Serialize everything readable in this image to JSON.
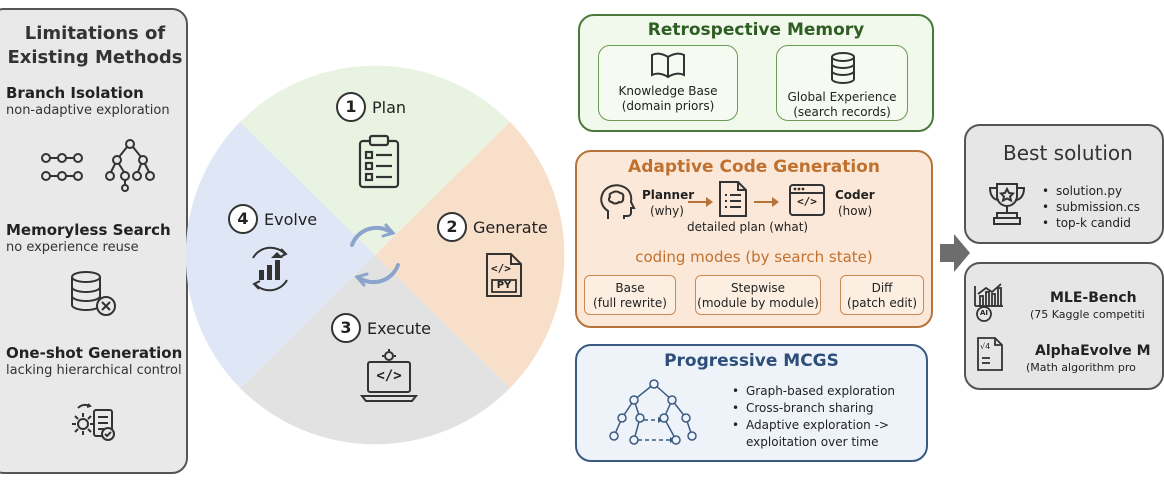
{
  "limitations": {
    "title_line1": "Limitations of",
    "title_line2": "Existing Methods",
    "items": [
      {
        "title": "Branch Isolation",
        "desc": "non-adaptive exploration"
      },
      {
        "title": "Memoryless Search",
        "desc": "no experience reuse"
      },
      {
        "title": "One-shot Generation",
        "desc": "lacking hierarchical control"
      }
    ]
  },
  "cycle": {
    "plan": {
      "num": "1",
      "label": "Plan"
    },
    "generate": {
      "num": "2",
      "label": "Generate"
    },
    "execute": {
      "num": "3",
      "label": "Execute"
    },
    "evolve": {
      "num": "4",
      "label": "Evolve"
    },
    "py_label": "PY",
    "code_glyph": "</>"
  },
  "memory": {
    "title": "Retrospective Memory",
    "kb_line1": "Knowledge Base",
    "kb_line2": "(domain priors)",
    "ge_line1": "Global Experience",
    "ge_line2": "(search records)"
  },
  "codegen": {
    "title": "Adaptive Code Generation",
    "planner": "Planner",
    "planner_sub": "(why)",
    "coder": "Coder",
    "coder_sub": "(how)",
    "plan_label": "detailed plan (what)",
    "modes_title": "coding modes (by search state)",
    "code_glyph": "</>",
    "modes": [
      {
        "name": "Base",
        "desc": "(full rewrite)"
      },
      {
        "name": "Stepwise",
        "desc": "(module by module)"
      },
      {
        "name": "Diff",
        "desc": "(patch edit)"
      }
    ]
  },
  "mcgs": {
    "title": "Progressive MCGS",
    "bullets": [
      "Graph-based exploration",
      "Cross-branch sharing",
      "Adaptive exploration ->",
      "exploitation over time"
    ]
  },
  "best": {
    "title": "Best solution",
    "items": [
      "solution.py",
      "submission.cs",
      "top-k candid"
    ]
  },
  "bench": {
    "mle_title": "MLE-Bench",
    "mle_sub": "(75 Kaggle competiti",
    "alpha_title": "AlphaEvolve M",
    "alpha_sub": "(Math  algorithm pro",
    "ai_glyph": "AI",
    "math_glyph": "√4"
  },
  "colors": {
    "plan": "#e8f3e1",
    "generate": "#f8dfca",
    "execute": "#e2e2e2",
    "evolve": "#dfe6f5",
    "memory_border": "#4a7a3a",
    "memory_fill": "#f1f8ec",
    "codegen_border": "#b5733a",
    "codegen_fill": "#fbe8d8",
    "mcgs_border": "#3a5a80",
    "mcgs_fill": "#eef3fa",
    "gray_fill": "#e6e6e6",
    "orange_text": "#c0712f",
    "green_text": "#2f5e24",
    "blue_text": "#2c4e78"
  }
}
